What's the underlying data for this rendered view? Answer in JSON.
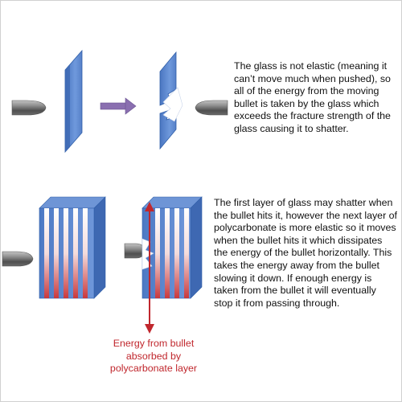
{
  "text_top": "The glass is not elastic (meaning it can’t move much when pushed), so all of the energy from the moving bullet is taken by the glass which exceeds the fracture strength of the glass causing it to shatter.",
  "text_bottom": "The first layer of glass may shatter when the bullet hits it, however the next layer of polycarbonate is more elastic so it moves when the bullet hits it which dissipates the energy of the bullet horizontally.  This takes the energy away from the bullet slowing it down.  If enough energy is taken from the bullet it will eventually stop it from passing through.",
  "caption": "Energy from bullet absorbed by polycarbonate layer",
  "colors": {
    "glass": "#5b86cc",
    "glass_edge": "#2f5ea8",
    "arrow": "#8a6fb0",
    "energy": "#c0272d",
    "bullet": "#6f6f6f"
  }
}
